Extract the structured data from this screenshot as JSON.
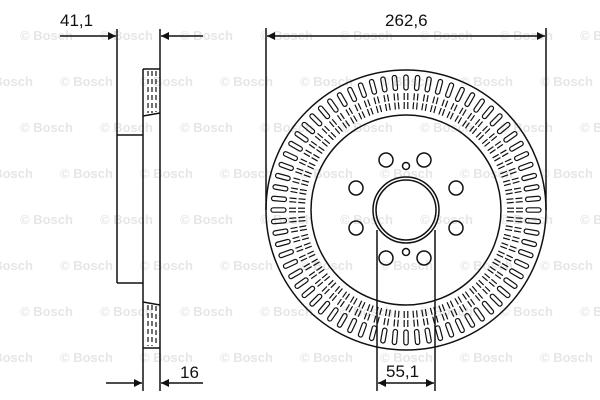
{
  "watermark": "© Bosch",
  "dimensions": {
    "overall_height": "41,1",
    "disc_thickness": "16",
    "diameter": "262,6",
    "center_bore": "55,1"
  },
  "disc": {
    "bolt_holes": 8,
    "small_holes": 2,
    "vent_slots": 72
  }
}
